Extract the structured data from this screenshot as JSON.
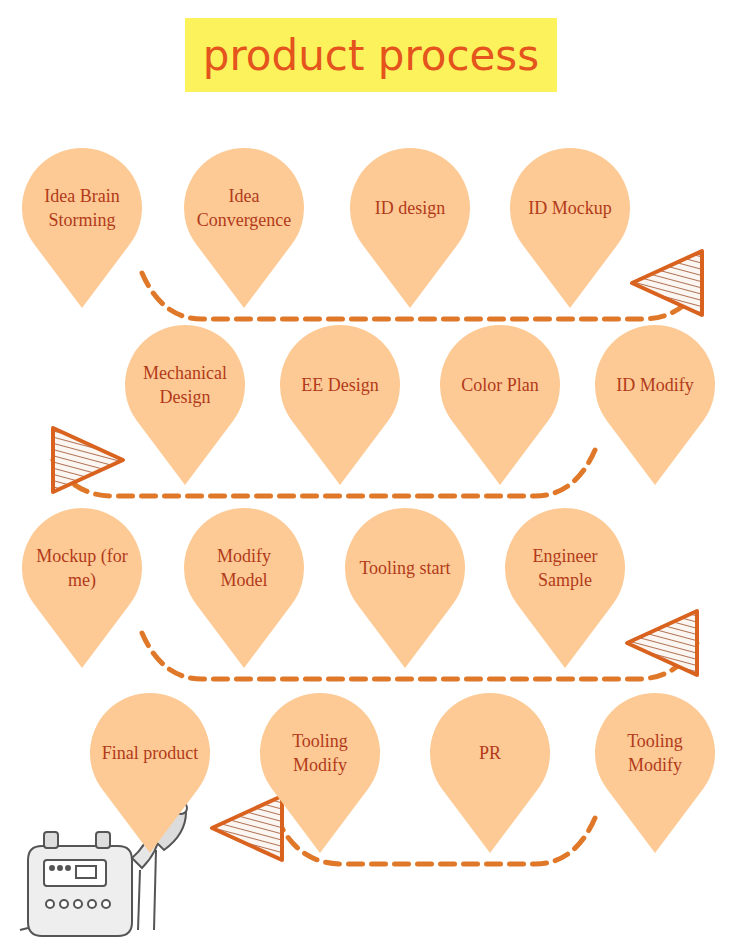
{
  "diagram": {
    "title": "product process",
    "nodes": [
      {
        "text": [
          "Idea Brain Storming"
        ]
      },
      {
        "text": [
          "Idea Convergence"
        ]
      },
      {
        "text": [
          "ID design"
        ]
      },
      {
        "text": [
          "ID Mockup"
        ]
      },
      {
        "text": [
          "Mechanical Design"
        ]
      },
      {
        "text": [
          "EE Design"
        ]
      },
      {
        "text": [
          "Color Plan"
        ]
      },
      {
        "text": [
          "ID Modify"
        ]
      },
      {
        "text": [
          "Mockup (for me)"
        ]
      },
      {
        "text": [
          "Modify Model"
        ]
      },
      {
        "text": [
          "Tooling start"
        ]
      },
      {
        "text": [
          "Engineer Sample"
        ]
      },
      {
        "text": [
          "Final product"
        ]
      },
      {
        "text": [
          "Tooling Modify"
        ]
      },
      {
        "text": [
          "PR"
        ]
      },
      {
        "text": [
          "Tooling Modify"
        ]
      }
    ],
    "edges": [
      {
        "from": 0,
        "to": 3,
        "arrow": "to"
      },
      {
        "from": 7,
        "to": 4,
        "arrow": "to"
      },
      {
        "from": 8,
        "to": 11,
        "arrow": "to"
      },
      {
        "from": 15,
        "to": 12,
        "arrow": "to"
      }
    ]
  }
}
